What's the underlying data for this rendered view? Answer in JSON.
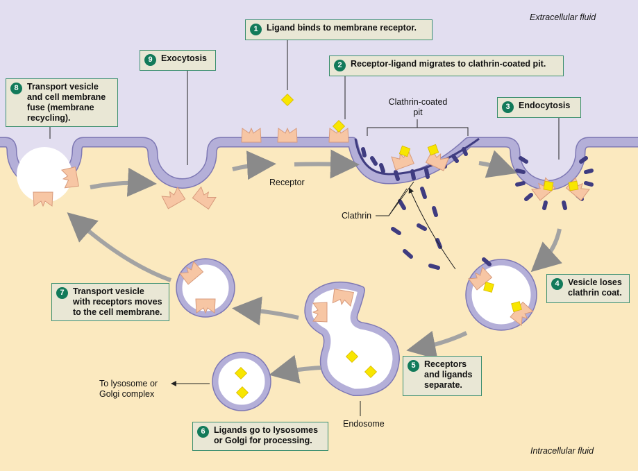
{
  "regions": {
    "extracellular": "Extracellular fluid",
    "intracellular": "Intracellular fluid"
  },
  "steps": [
    {
      "num": "1",
      "text": "Ligand binds to membrane receptor."
    },
    {
      "num": "2",
      "text": "Receptor-ligand migrates to clathrin-coated pit."
    },
    {
      "num": "3",
      "text": "Endocytosis"
    },
    {
      "num": "4",
      "text": "Vesicle loses\nclathrin coat."
    },
    {
      "num": "5",
      "text": "Receptors\nand ligands\nseparate."
    },
    {
      "num": "6",
      "text": "Ligands go to lysosomes\nor Golgi for processing."
    },
    {
      "num": "7",
      "text": "Transport vesicle\nwith receptors moves\nto the cell membrane."
    },
    {
      "num": "8",
      "text": "Transport vesicle\nand cell membrane\nfuse (membrane\nrecycling)."
    },
    {
      "num": "9",
      "text": "Exocytosis"
    }
  ],
  "labels": {
    "clathrin_pit": "Clathrin-coated\npit",
    "receptor": "Receptor",
    "clathrin": "Clathrin",
    "endosome": "Endosome",
    "lysosome": "To lysosome or\nGolgi complex"
  },
  "colors": {
    "extracellular": "#e2def0",
    "intracellular": "#fbe9bf",
    "membrane": "#b4afd8",
    "membrane_edge": "#7e78b4",
    "receptor": "#f7c6a4",
    "ligand": "#f8e600",
    "clathrin": "#3f3c80",
    "box_fill": "#e9e7d5",
    "box_border": "#3a8e6e",
    "badge": "#127a5a"
  }
}
